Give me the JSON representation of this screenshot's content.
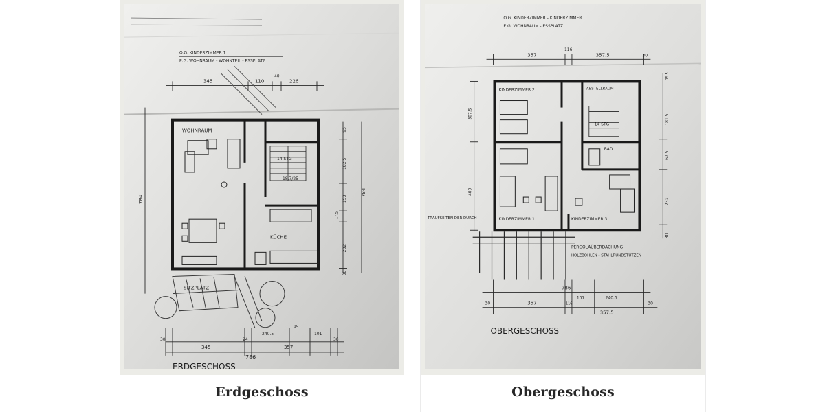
{
  "gallery": {
    "items": [
      {
        "caption": "Erdgeschoss",
        "plan": {
          "header_line1": "O.G. KINDERZIMMER 1",
          "header_line2": "E.G. WOHNRAUM - WOHNTEIL - ESSPLATZ",
          "rooms": [
            "WOHNRAUM",
            "KÜCHE",
            "SITZPLATZ"
          ],
          "stair_label": "14 STG",
          "stair_ratio": "18.7/25",
          "dims_top": [
            "345",
            "110",
            "40",
            "226"
          ],
          "dims_right": [
            "95",
            "182.5",
            "153",
            "17.5",
            "232",
            "30"
          ],
          "total_width": "786",
          "total_height": "784",
          "dims_bottom": [
            "30",
            "345",
            "24",
            "240.5",
            "95",
            "101",
            "357",
            "30"
          ],
          "floor_title": "ERDGESCHOSS"
        }
      },
      {
        "caption": "Obergeschoss",
        "plan": {
          "header_line1": "O.G. KINDERZIMMER - KINDERZIMMER",
          "header_line2": "E.G. WOHNRAUM - ESSPLATZ",
          "rooms": [
            "KINDERZIMMER 2",
            "ABSTELLRAUM",
            "BAD",
            "KINDERZIMMER 1",
            "KINDERZIMMER 3"
          ],
          "stair_label": "14 STG",
          "pergola_line1": "PERGOLAÜBERDACHUNG",
          "pergola_line2": "HOLZBOHLEN - STAHLRUNDSTÜTZEN",
          "side_note": "TRAUFSEITEN DER DURCH-",
          "dims_top": [
            "357",
            "116",
            "357.5",
            "30"
          ],
          "dims_left": [
            "307.5",
            "409"
          ],
          "dims_right": [
            "15.5",
            "181.5",
            "67.5",
            "232",
            "30"
          ],
          "total_width": "786",
          "dims_bottom": [
            "30",
            "357",
            "116",
            "107",
            "240.5",
            "357.5",
            "30"
          ],
          "floor_title": "OBERGESCHOSS"
        }
      }
    ]
  }
}
